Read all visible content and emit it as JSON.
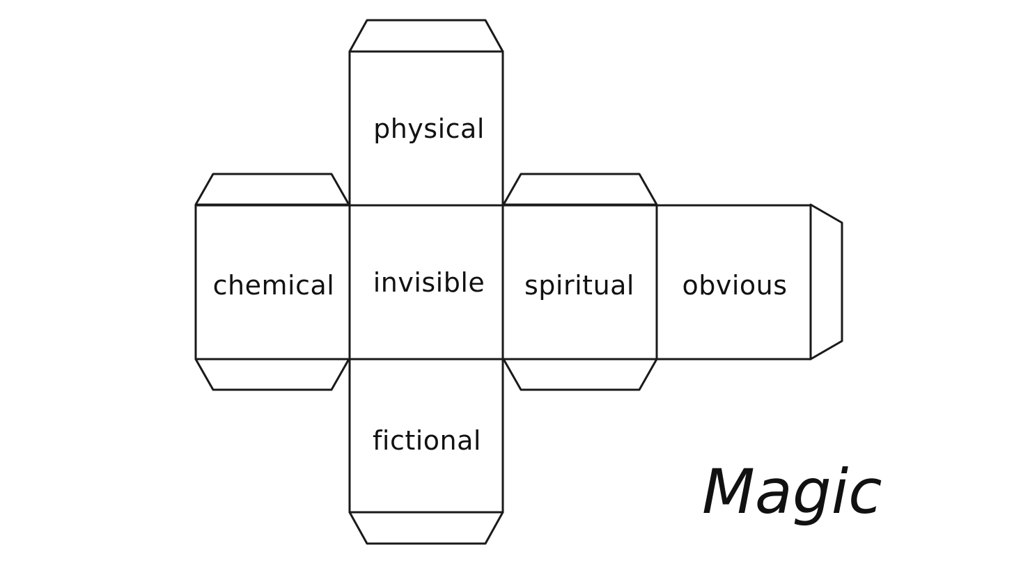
{
  "title": "Magic",
  "faces": {
    "top": "physical",
    "left": "chemical",
    "center": "invisible",
    "right": "spiritual",
    "far_right": "obvious",
    "bottom": "fictional"
  },
  "colors": {
    "line": "#1a1a1a",
    "text": "#111111",
    "background": "#ffffff"
  }
}
